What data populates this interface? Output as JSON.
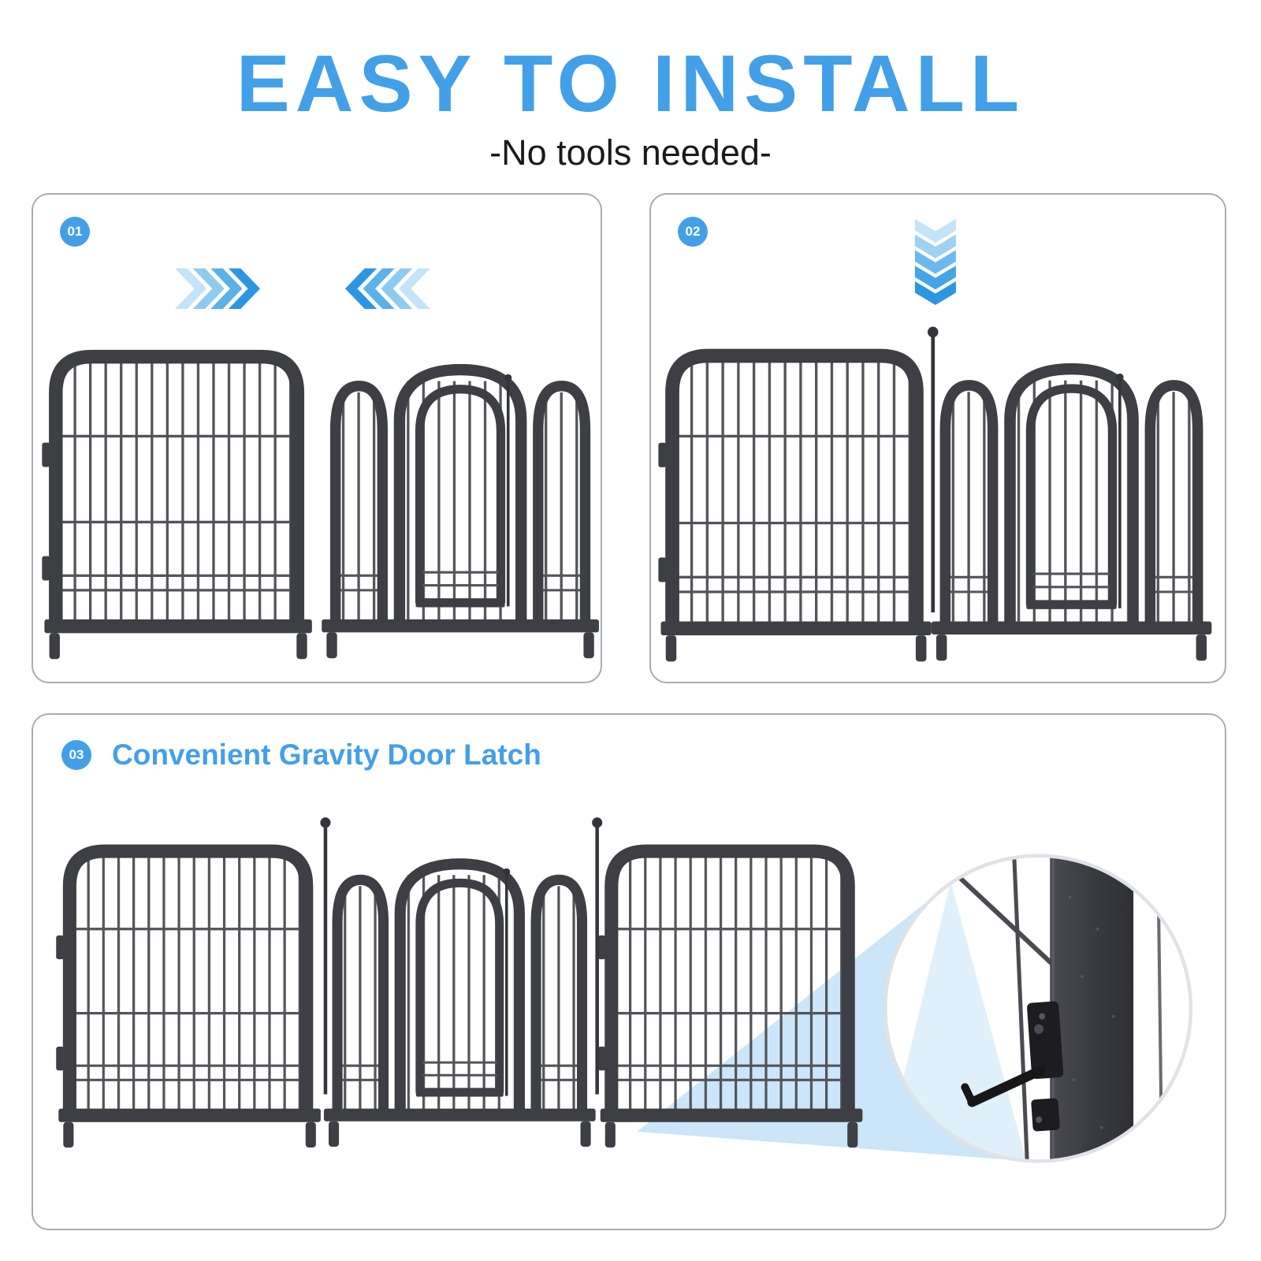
{
  "header": {
    "title": "EASY TO INSTALL",
    "subtitle": "-No tools needed-"
  },
  "steps": [
    {
      "number": "01"
    },
    {
      "number": "02"
    },
    {
      "number": "03",
      "title": "Convenient Gravity Door Latch"
    }
  ],
  "colors": {
    "accent_blue": "#42a0e8",
    "chevron_light": "#c3e4f8",
    "chevron_dark": "#2d96e2",
    "fence_frame": "#3e3f45",
    "fence_wire": "#53545b",
    "beam_blue": "#c7e5f8"
  },
  "icons": {
    "step1": [
      "chevron-right-icon",
      "chevron-left-icon"
    ],
    "step2": [
      "chevron-down-icon",
      "connector-pin"
    ],
    "step3": [
      "magnifier-circle",
      "gravity-latch"
    ]
  }
}
